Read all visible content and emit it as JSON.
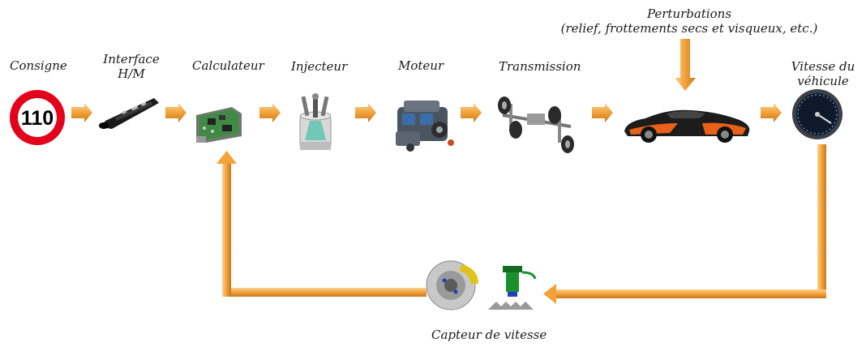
{
  "labels": {
    "consigne": "Consigne",
    "interface_line1": "Interface",
    "interface_line2": "H/M",
    "calculateur": "Calculateur",
    "injecteur": "Injecteur",
    "moteur": "Moteur",
    "transmission": "Transmission",
    "perturbations_line1": "Perturbations",
    "perturbations_line2": "(relief, frottements secs et visqueux, etc.)",
    "vitesse_line1": "Vitesse du",
    "vitesse_line2": "véhicule",
    "capteur": "Capteur de vitesse"
  },
  "sign": {
    "speed_limit": "110"
  },
  "colors": {
    "arrow": "#f2a23a",
    "arrow_dark": "#c8771b",
    "sign_red": "#e3001b"
  }
}
